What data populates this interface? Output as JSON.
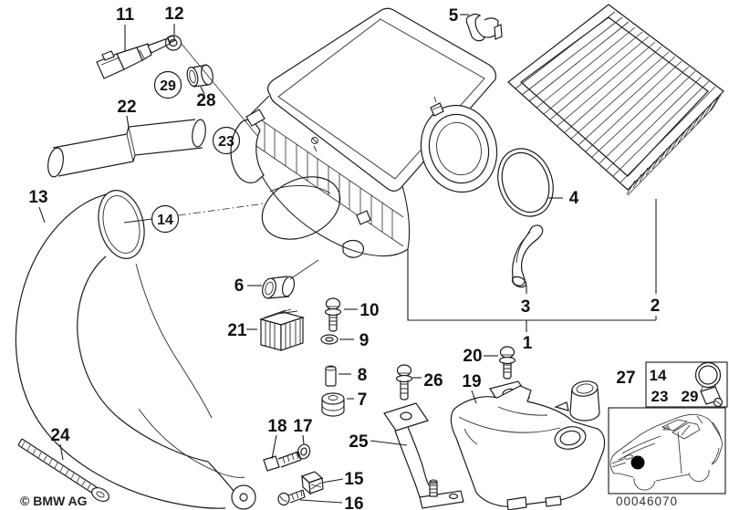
{
  "diagram": {
    "watermark": "© BMW AG",
    "code": "00046070"
  },
  "labels": {
    "p1": "1",
    "p2": "2",
    "p3": "3",
    "p4": "4",
    "p5": "5",
    "p6": "6",
    "p7": "7",
    "p8": "8",
    "p9": "9",
    "p10": "10",
    "p11": "11",
    "p12": "12",
    "p13": "13",
    "p15": "15",
    "p16": "16",
    "p17": "17",
    "p18": "18",
    "p19": "19",
    "p20": "20",
    "p21": "21",
    "p22": "22",
    "p24": "24",
    "p25": "25",
    "p26": "26",
    "p27": "27",
    "p28": "28",
    "c14": "14",
    "c23": "23",
    "c29": "29"
  },
  "legend": {
    "row1": "14",
    "row2a": "23",
    "row2b": "29",
    "icon": "hose-clamp-icon"
  },
  "colors": {
    "line": "#1c1c1c",
    "background": "#ffffff",
    "marker": "#000000"
  }
}
